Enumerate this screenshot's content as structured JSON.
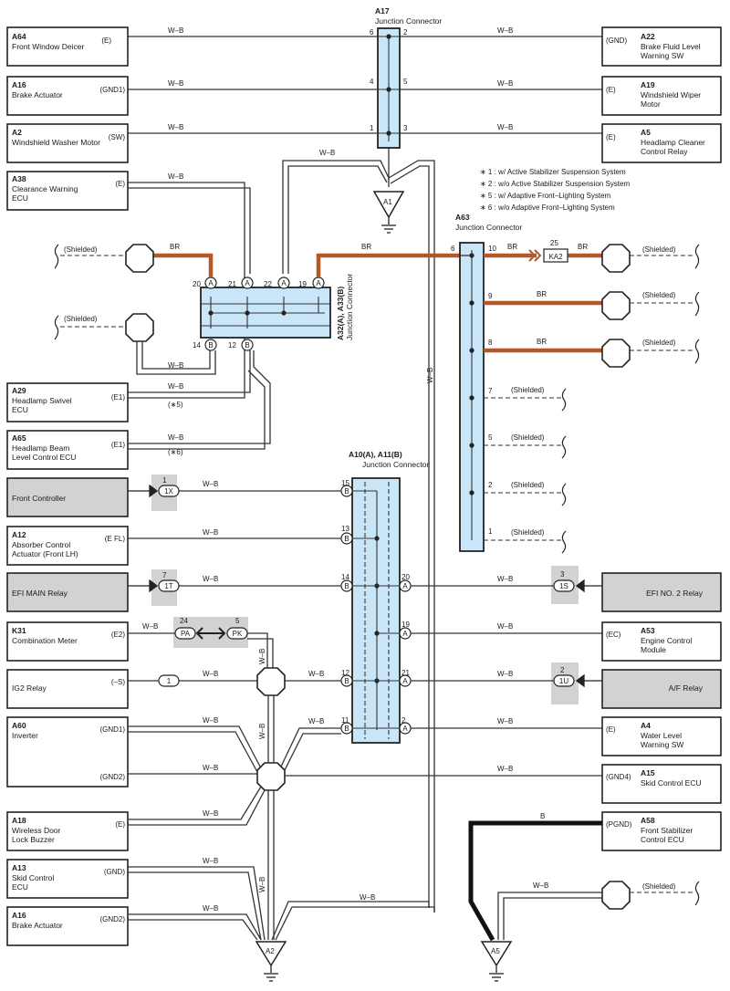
{
  "colors": {
    "wire": "#333333",
    "shielded_wire": "#b4582a",
    "ground_wire": "#111111",
    "junction_fill": "#c8e6f7",
    "relay_fill": "#d2d2d2"
  },
  "wire_colors": {
    "wb": "W–B",
    "br": "BR",
    "b": "B"
  },
  "junctions": {
    "a17": {
      "code": "A17",
      "name": "Junction Connector",
      "pins": [
        "6",
        "2",
        "4",
        "5",
        "1",
        "3"
      ]
    },
    "a32": {
      "code": "A32(A), A33(B)",
      "name": "Junction Connector",
      "pins": [
        "20",
        "21",
        "22",
        "19",
        "14",
        "12"
      ],
      "letters": [
        "A",
        "A",
        "A",
        "A",
        "B",
        "B"
      ]
    },
    "a63": {
      "code": "A63",
      "name": "Junction Connector",
      "pins": [
        "6",
        "10",
        "9",
        "8",
        "7",
        "5",
        "2",
        "1"
      ]
    },
    "a10": {
      "code": "A10(A), A11(B)",
      "name": "Junction Connector",
      "pins_left": [
        "15",
        "13",
        "14",
        "12",
        "11"
      ],
      "pins_right": [
        "20",
        "19",
        "21",
        "2"
      ],
      "letters": [
        "A",
        "B"
      ]
    }
  },
  "components": {
    "a64": {
      "code": "A64",
      "name": "Front Window Deicer",
      "terminal": "(E)"
    },
    "a16a": {
      "code": "A16",
      "name": "Brake Actuator",
      "terminal": "(GND1)"
    },
    "a2": {
      "code": "A2",
      "name": "Windshield Washer Motor",
      "terminal": "(SW)"
    },
    "a38": {
      "code": "A38",
      "name1": "Clearance Warning",
      "name2": "ECU",
      "terminal": "(E)"
    },
    "a22": {
      "code": "A22",
      "name1": "Brake Fluid Level",
      "name2": "Warning SW",
      "terminal": "(GND)"
    },
    "a19": {
      "code": "A19",
      "name1": "Windshield Wiper",
      "name2": "Motor",
      "terminal": "(E)"
    },
    "a5": {
      "code": "A5",
      "name1": "Headlamp Cleaner",
      "name2": "Control Relay",
      "terminal": "(E)"
    },
    "a29": {
      "code": "A29",
      "name1": "Headlamp Swivel",
      "name2": "ECU",
      "terminal": "(E1)",
      "note": "(∗5)"
    },
    "a65": {
      "code": "A65",
      "name1": "Headlamp Beam",
      "name2": "Level Control ECU",
      "terminal": "(E1)",
      "note": "(∗6)"
    },
    "front_controller": {
      "name": "Front Controller",
      "conn": "1X",
      "pin": "1"
    },
    "a12": {
      "code": "A12",
      "name1": "Absorber Control",
      "name2": "Actuator (Front LH)",
      "terminal": "(E FL)"
    },
    "efi_main": {
      "name": "EFI MAIN Relay",
      "conn": "1T",
      "pin": "7"
    },
    "efi_no2": {
      "name": "EFI NO. 2 Relay",
      "conn": "1S",
      "pin": "3"
    },
    "k31": {
      "code": "K31",
      "name": "Combination Meter",
      "terminal": "(E2)"
    },
    "a53": {
      "code": "A53",
      "name1": "Engine Control",
      "name2": "Module",
      "terminal": "(EC)"
    },
    "ig2": {
      "name": "IG2 Relay",
      "terminal": "(–S)",
      "conn": "1"
    },
    "af": {
      "name": "A/F Relay",
      "conn": "1U",
      "pin": "2"
    },
    "a60": {
      "code": "A60",
      "name": "Inverter",
      "terminal1": "(GND1)",
      "terminal2": "(GND2)"
    },
    "a4": {
      "code": "A4",
      "name1": "Water Level",
      "name2": "Warning SW",
      "terminal": "(E)"
    },
    "a15": {
      "code": "A15",
      "name": "Skid Control ECU",
      "terminal": "(GND4)"
    },
    "a18": {
      "code": "A18",
      "name1": "Wireless Door",
      "name2": "Lock Buzzer",
      "terminal": "(E)"
    },
    "a58": {
      "code": "A58",
      "name1": "Front Stabilizer",
      "name2": "Control ECU",
      "terminal": "(PGND)"
    },
    "a13": {
      "code": "A13",
      "name1": "Skid Control",
      "name2": "ECU",
      "terminal": "(GND)"
    },
    "a16b": {
      "code": "A16",
      "name": "Brake Actuator",
      "terminal": "(GND2)"
    }
  },
  "connectors": {
    "pa": {
      "label": "PA",
      "pin": "24"
    },
    "pk": {
      "label": "PK",
      "pin": "5"
    },
    "ka2": {
      "label": "KA2",
      "pin": "25"
    }
  },
  "grounds": {
    "a1": "A1",
    "a2": "A2",
    "a5": "A5"
  },
  "shielded": "(Shielded)",
  "notes": [
    "∗ 1 : w/ Active Stabilizer Suspension System",
    "∗ 2 : w/o Active Stabilizer Suspension System",
    "∗ 5 : w/ Adaptive Front–Lighting System",
    "∗ 6 : w/o Adaptive Front–Lighting System"
  ]
}
